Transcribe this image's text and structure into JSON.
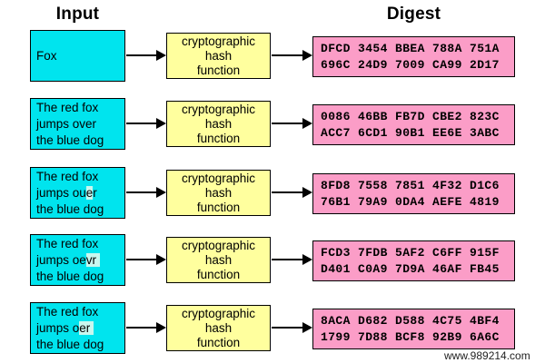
{
  "headers": {
    "input": "Input",
    "digest": "Digest"
  },
  "colors": {
    "input_box": "#00e4ee",
    "hash_box": "#ffff9e",
    "digest_box": "#fb9dc7",
    "changed_letter_highlight": "#c9f7ef",
    "border": "#000000",
    "background": "#ffffff"
  },
  "hash_box": {
    "line1": "cryptographic",
    "line2": "hash",
    "line3": "function"
  },
  "watermark": "www.989214.com",
  "rows": [
    {
      "input": {
        "line1": "Fox",
        "line2_pre": "",
        "line2_hl": "",
        "line2_post": "",
        "line3": ""
      },
      "digest": {
        "line1": "DFCD 3454 BBEA 788A 751A",
        "line2": "696C 24D9 7009 CA99 2D17"
      }
    },
    {
      "input": {
        "line1": "The red fox",
        "line2_pre": "jumps over",
        "line2_hl": "",
        "line2_post": "",
        "line3": "the blue dog"
      },
      "digest": {
        "line1": "0086 46BB FB7D CBE2 823C",
        "line2": "ACC7 6CD1 90B1 EE6E 3ABC"
      }
    },
    {
      "input": {
        "line1": "The red fox",
        "line2_pre": "jumps ou",
        "line2_hl": "e",
        "line2_post": "r",
        "line3": "the blue dog"
      },
      "digest": {
        "line1": "8FD8 7558 7851 4F32 D1C6",
        "line2": "76B1 79A9 0DA4 AEFE 4819"
      }
    },
    {
      "input": {
        "line1": "The red fox",
        "line2_pre": "jumps oe",
        "line2_hl": "vr ",
        "line2_post": "",
        "line3": "the blue dog"
      },
      "digest": {
        "line1": "FCD3 7FDB 5AF2 C6FF 915F",
        "line2": "D401 C0A9 7D9A 46AF FB45"
      }
    },
    {
      "input": {
        "line1": "The red fox",
        "line2_pre": "jumps o",
        "line2_hl": "er ",
        "line2_post": "",
        "line3": "the blue dog"
      },
      "digest": {
        "line1": "8ACA D682 D588 4C75 4BF4",
        "line2": "1799 7D88 BCF8 92B9 6A6C"
      }
    }
  ]
}
